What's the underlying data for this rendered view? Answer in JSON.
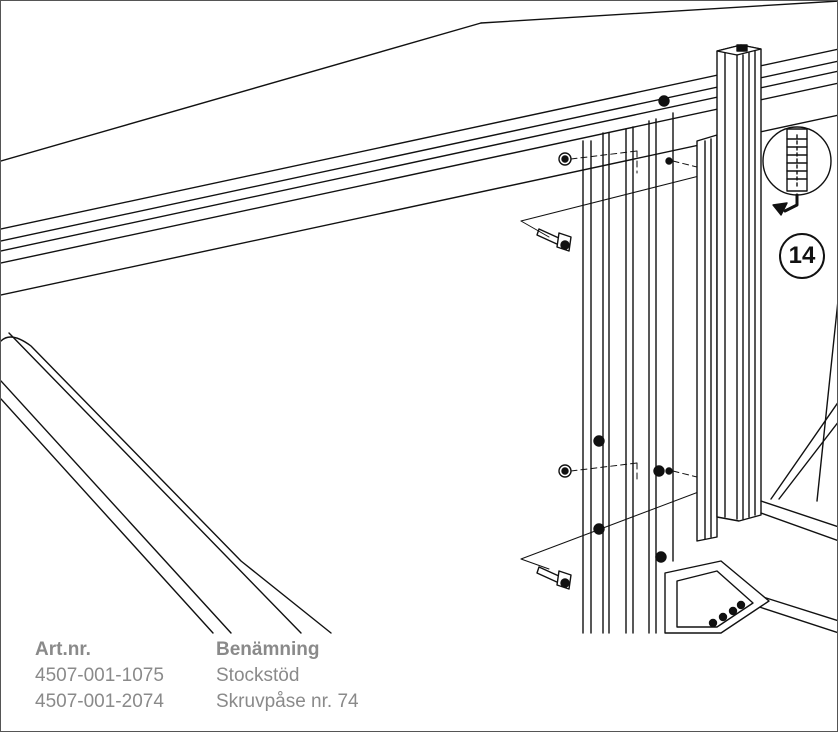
{
  "step": {
    "number": "14"
  },
  "parts_table": {
    "headers": {
      "article": "Art.nr.",
      "name": "Benämning"
    },
    "rows": [
      {
        "article": "4507-001-1075",
        "name": "Stockstöd"
      },
      {
        "article": "4507-001-2074",
        "name": "Skruvpåse nr. 74"
      }
    ]
  },
  "icons": [
    "measuring-scale-icon",
    "direction-arrow-icon"
  ],
  "colors": {
    "line": "#111111",
    "text": "#8a8a8a",
    "border": "#555555"
  }
}
